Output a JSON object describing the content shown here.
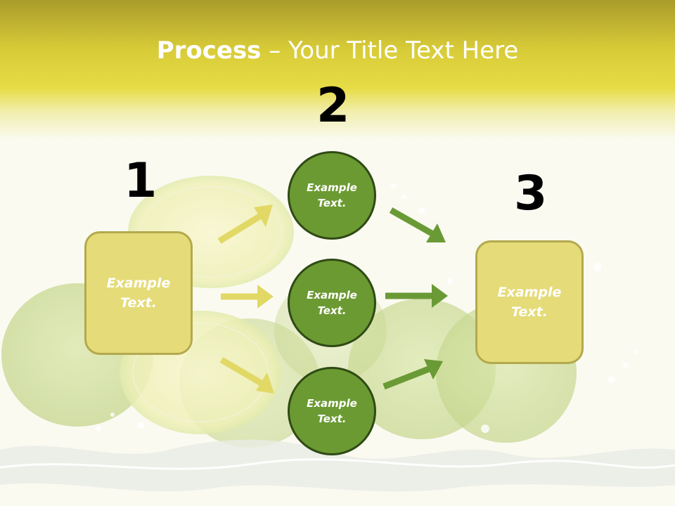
{
  "title": {
    "bold": "Process",
    "rest": " – Your Title Text Here"
  },
  "steps": {
    "one": "1",
    "two": "2",
    "three": "3"
  },
  "boxes": {
    "left": "Example Text.",
    "right": "Example Text."
  },
  "circles": [
    "Example Text.",
    "Example Text.",
    "Example Text."
  ],
  "colors": {
    "box_fill": "#e5db78",
    "circle_fill": "#6b9a32",
    "arrow_yellow": "#e2d866",
    "arrow_green": "#6a9a35",
    "header": "#e6dc45"
  },
  "icons": {
    "background": "limes-and-water-splash"
  }
}
